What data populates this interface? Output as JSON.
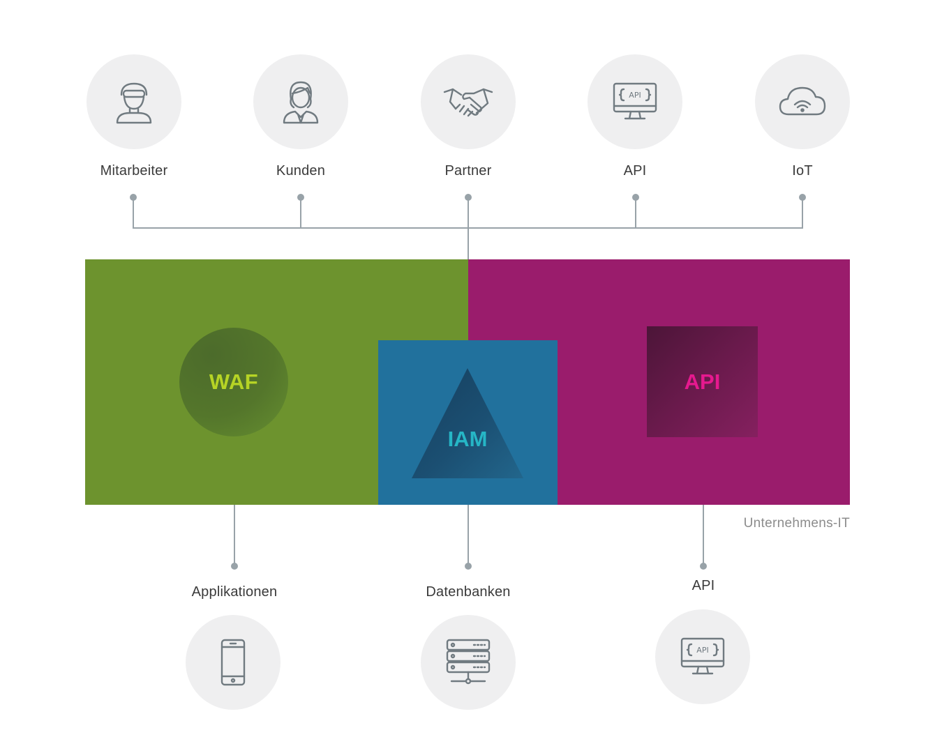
{
  "top_nodes": [
    {
      "label": "Mitarbeiter",
      "icon": "employee-icon"
    },
    {
      "label": "Kunden",
      "icon": "customer-icon"
    },
    {
      "label": "Partner",
      "icon": "handshake-icon"
    },
    {
      "label": "API",
      "icon": "api-monitor-icon"
    },
    {
      "label": "IoT",
      "icon": "cloud-wifi-icon"
    }
  ],
  "center": {
    "waf": "WAF",
    "iam": "IAM",
    "api": "API",
    "caption": "Unternehmens-IT"
  },
  "bottom_nodes": [
    {
      "label": "Applikationen",
      "icon": "smartphone-icon"
    },
    {
      "label": "Datenbanken",
      "icon": "server-icon"
    },
    {
      "label": "API",
      "icon": "api-monitor-icon"
    }
  ],
  "colors": {
    "green": "#6d932e",
    "blue": "#21719d",
    "magenta": "#9a1c6c",
    "line": "#98a2a8",
    "icon_bg": "#efeff0"
  }
}
